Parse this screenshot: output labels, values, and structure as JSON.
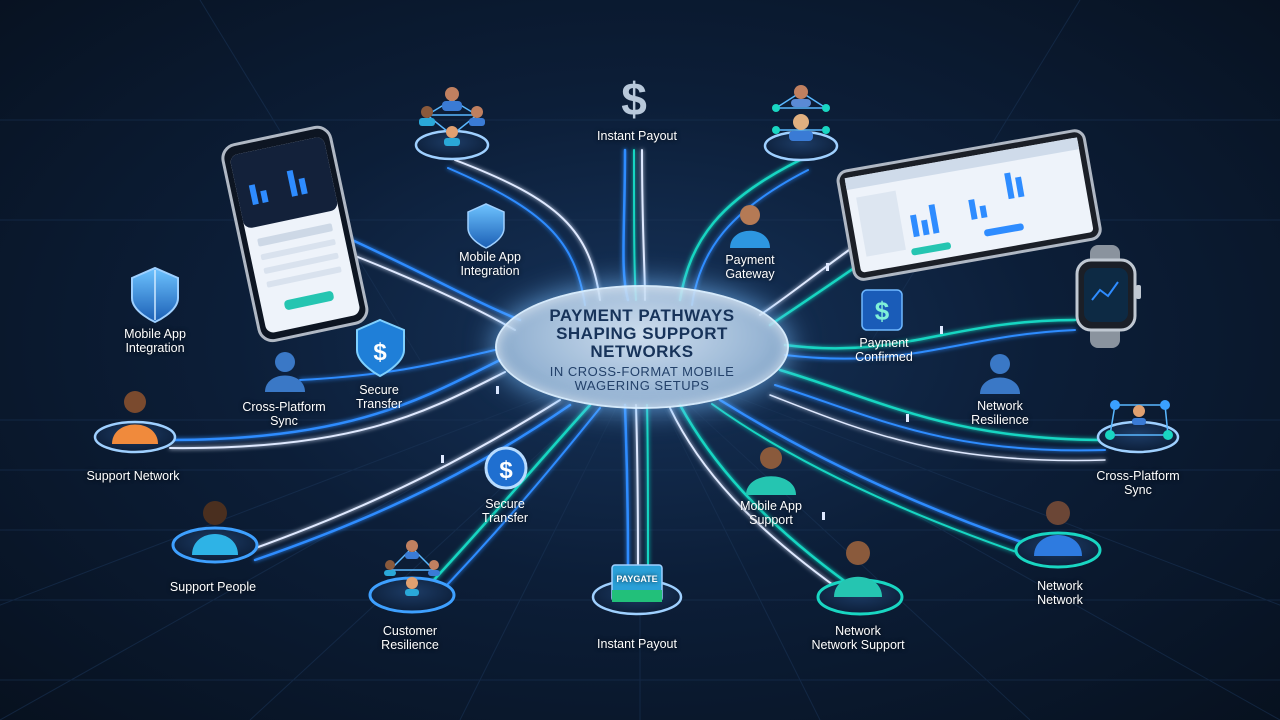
{
  "hub": {
    "title_lines": [
      "PAYMENT PATHWAYS",
      "SHAPING SUPPORT",
      "NETWORKS"
    ],
    "subtitle_lines": [
      "IN CROSS-FORMAT MOBILE",
      "WAGERING SETUPS"
    ]
  },
  "nodes": {
    "instant_payout_top": [
      "Instant Payout"
    ],
    "mobile_app_integration_center": [
      "Mobile App",
      "Integration"
    ],
    "payment_gateway": [
      "Payment",
      "Gateway"
    ],
    "mobile_app_integration_left": [
      "Mobile App",
      "Integration"
    ],
    "payment_confirmed": [
      "Payment",
      "Confirmed"
    ],
    "cross_platform_sync_left": [
      "Cross-Platform",
      "Sync"
    ],
    "secure_transfer_upper": [
      "Secure",
      "Transfer"
    ],
    "network_resilience": [
      "Network",
      "Resilience"
    ],
    "support_network": [
      "Support Network"
    ],
    "cross_platform_sync_right": [
      "Cross-Platform",
      "Sync"
    ],
    "secure_transfer_lower": [
      "Secure",
      "Transfer"
    ],
    "mobile_app_support": [
      "Mobile App",
      "Support"
    ],
    "support_people": [
      "Support People"
    ],
    "network_network": [
      "Network",
      "Network"
    ],
    "customer_resilience": [
      "Customer",
      "Resilience"
    ],
    "instant_payout_bottom": [
      "Instant Payout"
    ],
    "network_support": [
      "Network",
      "Network Support"
    ]
  },
  "devices": {
    "tablet_badge": "PAYGATE"
  },
  "colors": {
    "background": "#0a1628",
    "line_blue": "#2e8cff",
    "line_teal": "#19d6c2",
    "line_white": "#dfe9ff",
    "hub_fill": "#c6dcf2"
  }
}
